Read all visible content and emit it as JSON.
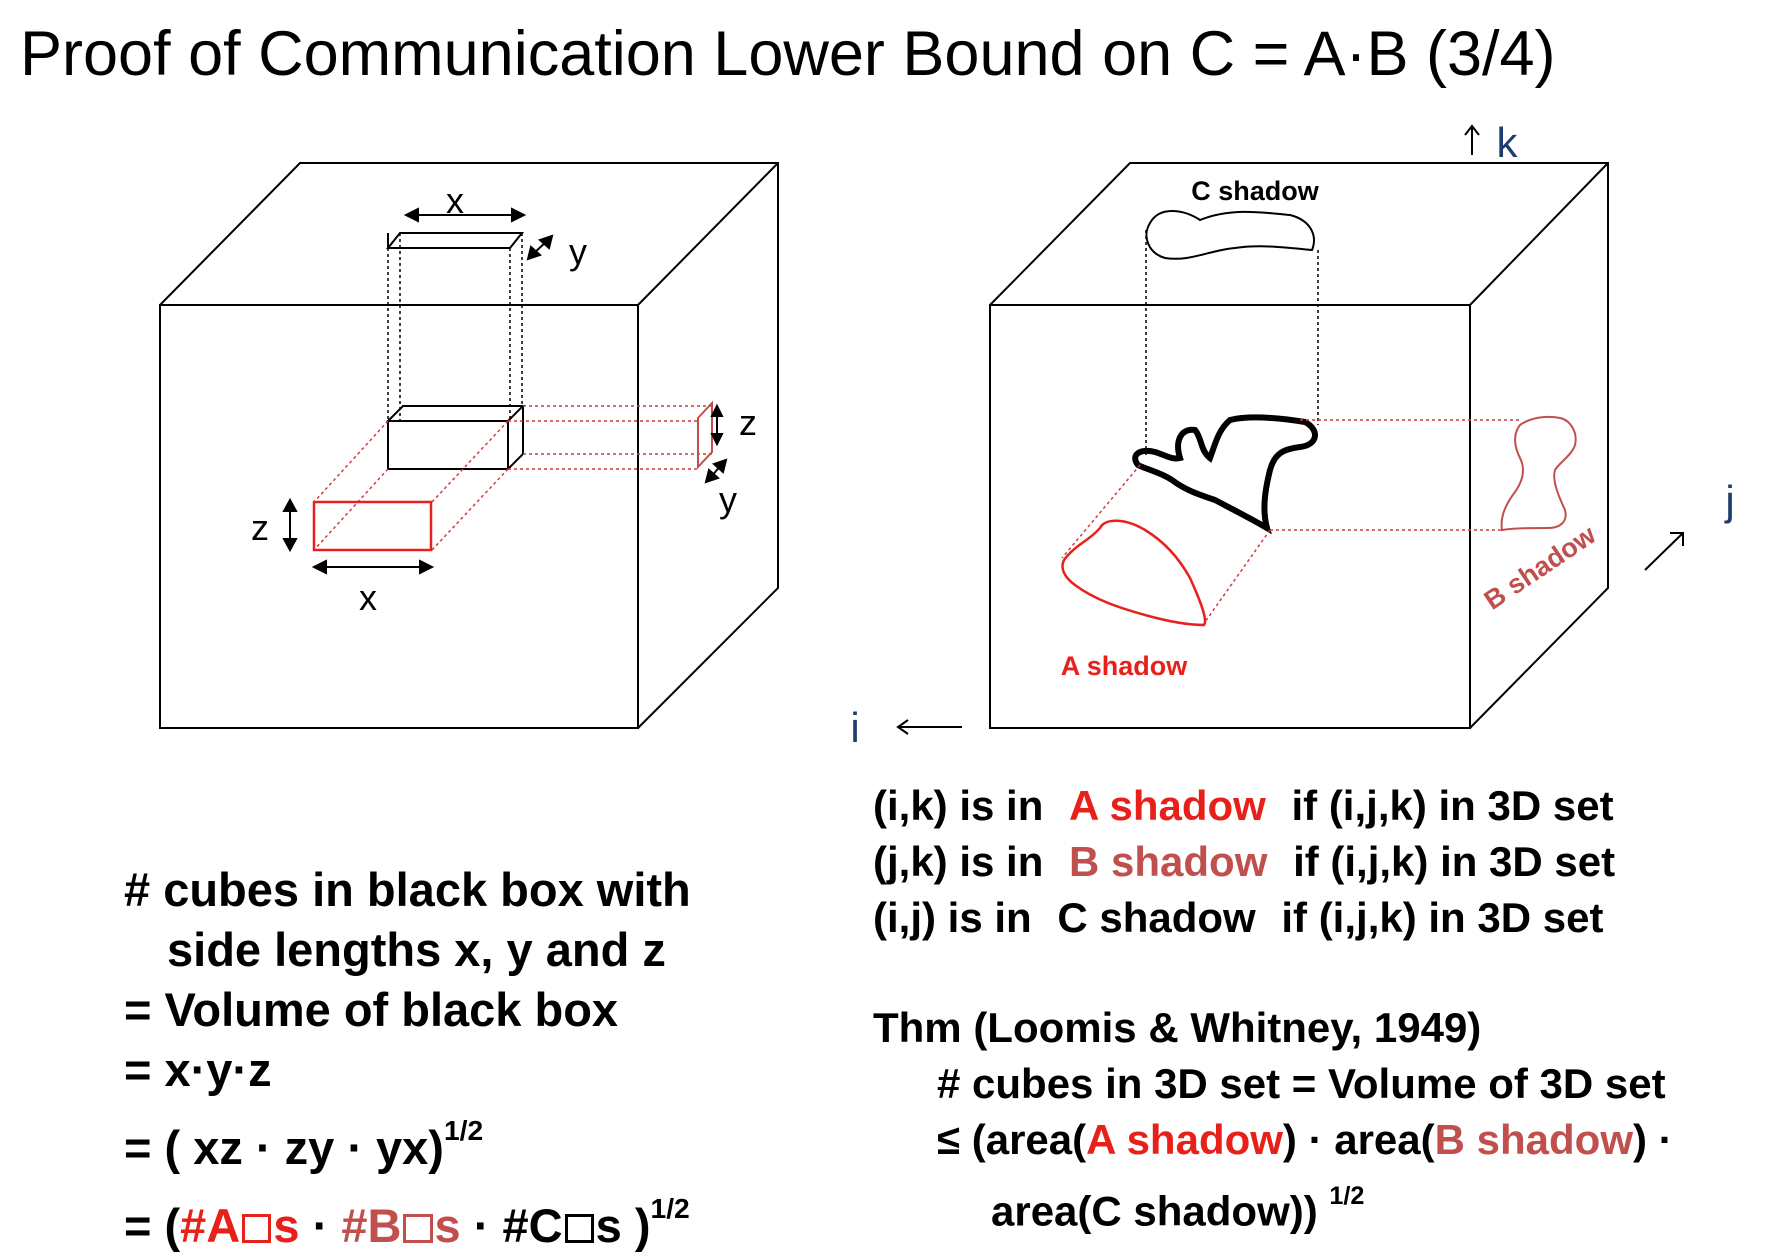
{
  "title": "Proof of Communication Lower Bound on C = A·B (3/4)",
  "left_figure": {
    "top_x": "x",
    "top_y": "y",
    "right_z": "z",
    "right_y": "y",
    "left_z": "z",
    "left_x": "x"
  },
  "right_figure": {
    "c_shadow": "C shadow",
    "a_shadow": "A shadow",
    "b_shadow": "B shadow",
    "axis_k": "k",
    "axis_j": "j",
    "axis_i": "i"
  },
  "shadow_rules": [
    {
      "pre": "(i,k) is in",
      "name": "A shadow",
      "post": "if (i,j,k) in 3D set"
    },
    {
      "pre": "(j,k) is in",
      "name": "B shadow",
      "post": "if (i,j,k) in 3D set"
    },
    {
      "pre": "(i,j)  is in",
      "name": "C shadow",
      "post": "if (i,j,k) in 3D set"
    }
  ],
  "theorem": {
    "heading": "Thm (Loomis & Whitney, 1949)",
    "line1": "# cubes in 3D set = Volume of 3D set",
    "line2_prefix": "≤ (area(",
    "line2_a": "A shadow",
    "line2_mid": ") · area(",
    "line2_b": "B shadow",
    "line2_suffix": ") ·",
    "line3": "area(C shadow))",
    "line3_exp": "1/2"
  },
  "derivation": {
    "line1": "# cubes in black box with",
    "line2": "side lengths x, y and z",
    "line3": "= Volume of black box",
    "line4": "= x·y·z",
    "line5": "= ( xz · zy · yx)",
    "line5_exp": "1/2",
    "line6_eq": "= (",
    "line6_a": "#A",
    "line6_s1": "s",
    "line6_dot1": " · ",
    "line6_b": "#B",
    "line6_s2": "s",
    "line6_rest": " · #C",
    "line6_s3": "s )",
    "line6_exp": "1/2"
  },
  "colors": {
    "red": "#e8201a",
    "brown": "#c0504d",
    "axis": "#1f3e70"
  }
}
